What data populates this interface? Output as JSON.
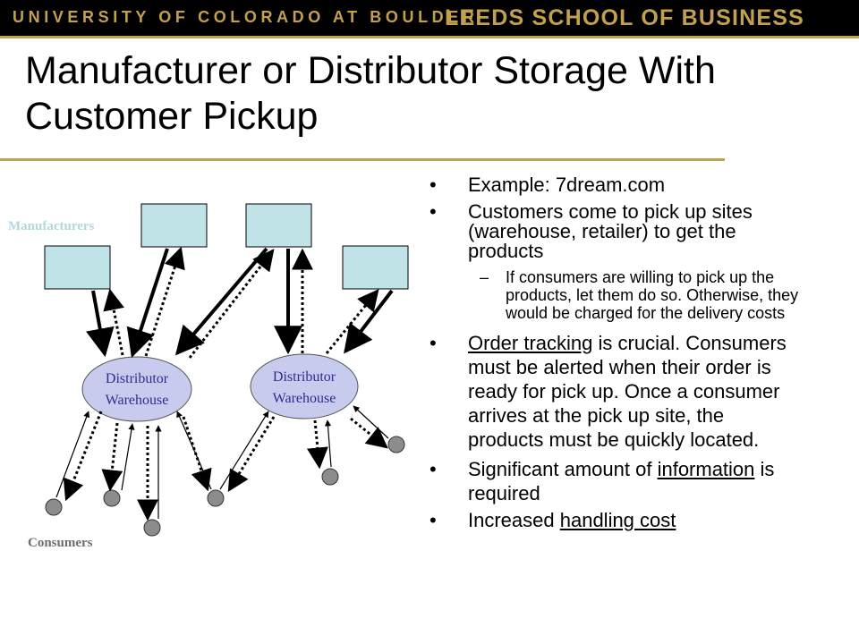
{
  "header": {
    "university": "UNIVERSITY OF COLORADO AT BOULDER",
    "school": "LEEDS SCHOOL OF BUSINESS",
    "accent_color": "#c2a04e"
  },
  "slide": {
    "title": "Manufacturer or Distributor Storage With Customer Pickup"
  },
  "diagram": {
    "manufacturers_label": "Manufacturers",
    "consumers_label": "Consumers",
    "warehouse_left": [
      "Distributor",
      "Warehouse"
    ],
    "warehouse_right": [
      "Distributor",
      "Warehouse"
    ],
    "box_color": "#bfe3e6",
    "ellipse_color": "#c7cbee",
    "consumer_color": "#8c8c8c",
    "label_color": "#b0d8dd"
  },
  "bullets": {
    "example": "Example: 7dream.com",
    "customers": "Customers come to pick up sites (warehouse, retailer) to get the products",
    "sub": "If consumers are willing to pick up the products, let them do so. Otherwise, they would be charged for the delivery costs",
    "order_tracking_u": "Order tracking",
    "order_tracking_rest": " is crucial. Consumers must be alerted when their order is ready for pick up. Once a consumer arrives at the pick up site, the products must be quickly located.",
    "significant_pre": "Significant amount of ",
    "significant_u": "information",
    "significant_post": " is required",
    "increased_pre": "Increased ",
    "increased_u": "handling cost"
  }
}
